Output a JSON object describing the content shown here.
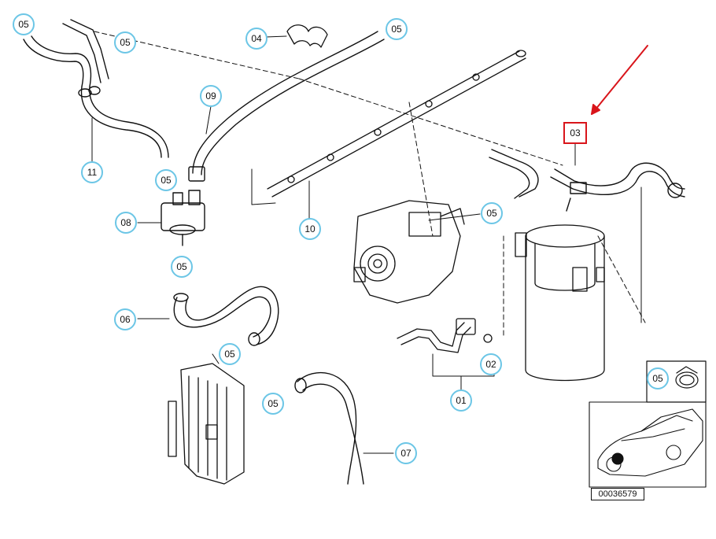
{
  "diagram": {
    "callouts": {
      "c01": "01",
      "c02": "02",
      "c03": "03",
      "c04": "04",
      "c05a": "05",
      "c05b": "05",
      "c05c": "05",
      "c05d": "05",
      "c05e": "05",
      "c05f": "05",
      "c05g": "05",
      "c05h": "05",
      "c05i": "05",
      "c06": "06",
      "c07": "07",
      "c08": "08",
      "c09": "09",
      "c10": "10",
      "c11": "11"
    },
    "document_number": "00036579"
  },
  "colors": {
    "callout_ring": "#6cc6e6",
    "highlight": "#d9151b",
    "line": "#111111"
  },
  "icons": [
    "car-locator-icon",
    "hose-clamp-icon",
    "red-arrow-icon"
  ]
}
